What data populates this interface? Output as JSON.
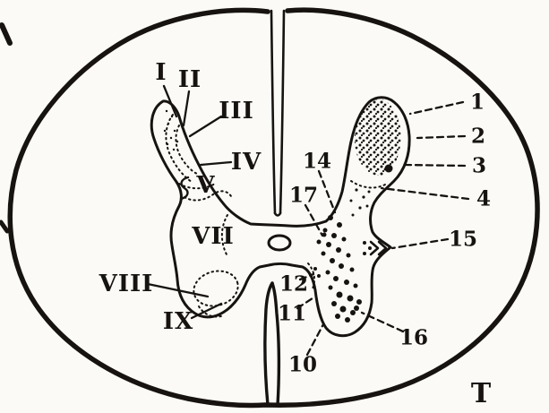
{
  "figure": {
    "corner_letter": "T",
    "ink_color": "#161310",
    "paper_color": "#fbfaf6"
  },
  "labels": {
    "laminae": [
      {
        "id": "I",
        "text": "I"
      },
      {
        "id": "II",
        "text": "II"
      },
      {
        "id": "III",
        "text": "III"
      },
      {
        "id": "IV",
        "text": "IV"
      },
      {
        "id": "V",
        "text": "V"
      },
      {
        "id": "VII",
        "text": "VII"
      },
      {
        "id": "VIII",
        "text": "VIII"
      },
      {
        "id": "IX",
        "text": "IX"
      }
    ],
    "nuclei": [
      {
        "id": "1",
        "text": "1"
      },
      {
        "id": "2",
        "text": "2"
      },
      {
        "id": "3",
        "text": "3"
      },
      {
        "id": "4",
        "text": "4"
      },
      {
        "id": "15",
        "text": "15"
      },
      {
        "id": "14",
        "text": "14"
      },
      {
        "id": "17",
        "text": "17"
      },
      {
        "id": "12",
        "text": "12"
      },
      {
        "id": "11",
        "text": "11"
      },
      {
        "id": "10",
        "text": "10"
      },
      {
        "id": "16",
        "text": "16"
      }
    ]
  }
}
